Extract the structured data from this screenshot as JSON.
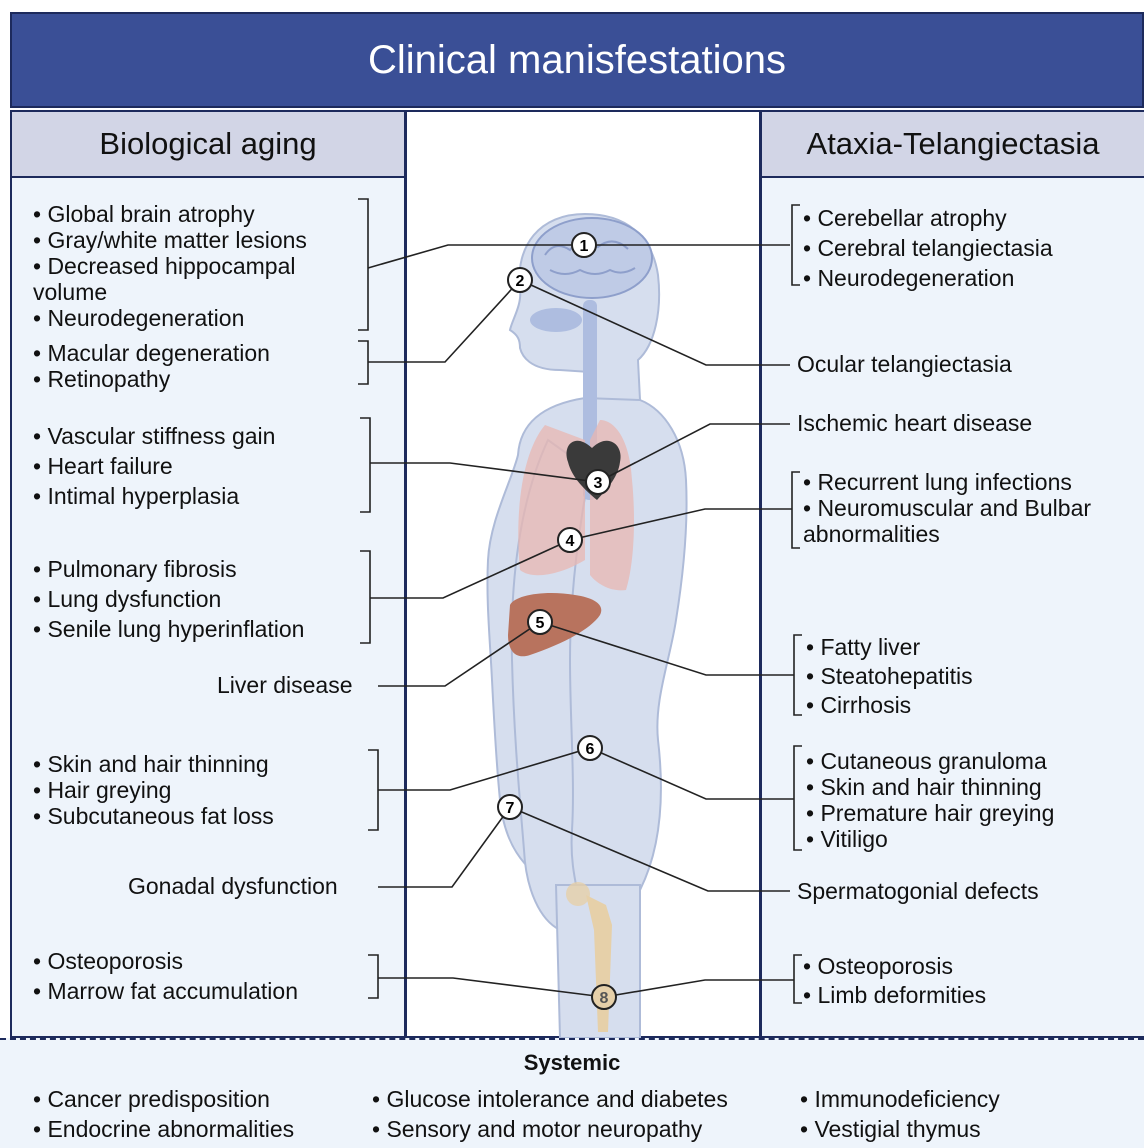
{
  "title": "Clinical manisfestations",
  "left_header": "Biological aging",
  "right_header": "Ataxia-Telangiectasia",
  "markers": [
    "1",
    "2",
    "3",
    "4",
    "5",
    "6",
    "7",
    "8"
  ],
  "left": {
    "brain": [
      "• Global brain atrophy",
      "• Gray/white matter lesions",
      "• Decreased hippocampal",
      "volume",
      "• Neurodegeneration"
    ],
    "eye": [
      "• Macular degeneration",
      "• Retinopathy"
    ],
    "heart": [
      "• Vascular stiffness gain",
      "• Heart failure",
      "• Intimal hyperplasia"
    ],
    "lung": [
      "• Pulmonary fibrosis",
      "• Lung dysfunction",
      "• Senile lung hyperinflation"
    ],
    "liver": "Liver disease",
    "skin": [
      "• Skin and hair thinning",
      "• Hair greying",
      "• Subcutaneous fat loss"
    ],
    "gonad": "Gonadal dysfunction",
    "bone": [
      "• Osteoporosis",
      "• Marrow fat accumulation"
    ]
  },
  "right": {
    "brain": [
      "• Cerebellar atrophy",
      "• Cerebral telangiectasia",
      "• Neurodegeneration"
    ],
    "eye": "Ocular telangiectasia",
    "heart": "Ischemic heart disease",
    "lung": [
      "• Recurrent lung infections",
      "• Neuromuscular and Bulbar",
      "abnormalities"
    ],
    "liver": [
      "• Fatty liver",
      "• Steatohepatitis",
      "• Cirrhosis"
    ],
    "skin": [
      "• Cutaneous granuloma",
      "• Skin and hair thinning",
      "• Premature hair greying",
      "• Vitiligo"
    ],
    "gonad": "Spermatogonial defects",
    "bone": [
      "• Osteoporosis",
      "• Limb deformities"
    ]
  },
  "systemic": {
    "title": "Systemic",
    "col1": [
      "• Cancer predisposition",
      "• Endocrine abnormalities"
    ],
    "col2": [
      "• Glucose intolerance and diabetes",
      "• Sensory and motor neuropathy"
    ],
    "col3": [
      "• Immunodeficiency",
      "• Vestigial thymus"
    ]
  },
  "colors": {
    "title_bg": "#3a4f96",
    "header_bg": "#d2d5e6",
    "panel_bg": "#eef4fb",
    "body": "#c9d3e8",
    "lung": "#e8b7b2",
    "liver": "#b8735e",
    "heart": "#3a3a3a",
    "bone": "#e6d0a9"
  }
}
